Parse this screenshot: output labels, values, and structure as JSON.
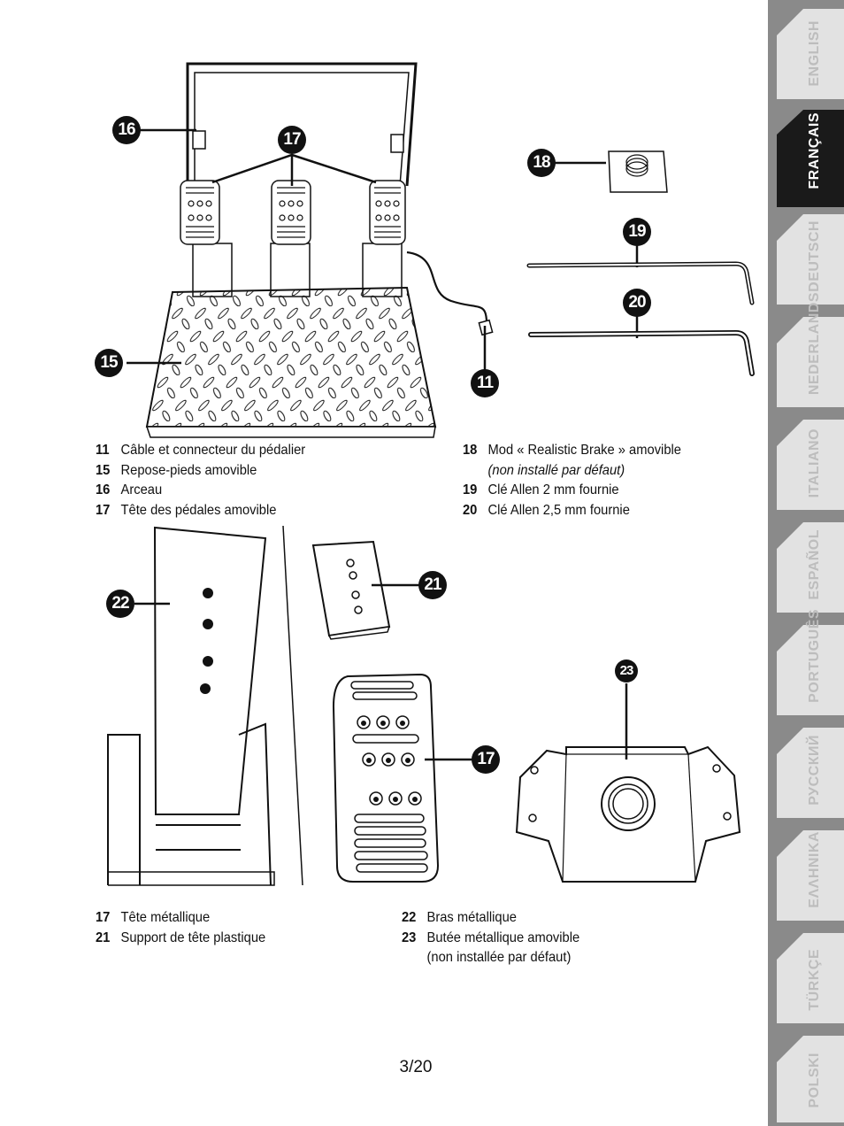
{
  "callouts": {
    "c11": "11",
    "c15": "15",
    "c16": "16",
    "c17a": "17",
    "c18": "18",
    "c19": "19",
    "c20": "20",
    "c21": "21",
    "c22": "22",
    "c23": "23",
    "c17b": "17"
  },
  "legend_top_left": [
    {
      "num": "11",
      "text": "Câble et connecteur du pédalier"
    },
    {
      "num": "15",
      "text": "Repose-pieds amovible"
    },
    {
      "num": "16",
      "text": "Arceau"
    },
    {
      "num": "17",
      "text": "Tête des pédales amovible"
    }
  ],
  "legend_top_right": {
    "items": [
      {
        "num": "18",
        "text": "Mod « Realistic Brake » amovible"
      },
      {
        "num": "19",
        "text": "Clé Allen 2 mm fournie"
      },
      {
        "num": "20",
        "text": "Clé Allen 2,5 mm fournie"
      }
    ],
    "note": "(non installé par défaut)"
  },
  "legend_bottom_left": [
    {
      "num": "17",
      "text": "Tête métallique"
    },
    {
      "num": "21",
      "text": "Support de tête plastique"
    }
  ],
  "legend_bottom_right": {
    "items": [
      {
        "num": "22",
        "text": "Bras métallique"
      },
      {
        "num": "23",
        "text": "Butée métallique amovible"
      }
    ],
    "note": "(non installée par défaut)"
  },
  "page_number": "3/20",
  "languages": [
    "ENGLISH",
    "FRANÇAIS",
    "DEUTSCH",
    "NEDERLANDS",
    "ITALIANO",
    "ESPAÑOL",
    "PORTUGUÊS",
    "РУССКИЙ",
    "ΕΛΛΗΝΙΚΑ",
    "TÜRKÇE",
    "POLSKI"
  ],
  "active_language": "FRANÇAIS",
  "colors": {
    "active_tab": "#1a1a1a",
    "inactive_tab": "#e2e2e2",
    "inactive_text": "#bdbdbd",
    "tab_shadow": "#8a8a8a"
  }
}
